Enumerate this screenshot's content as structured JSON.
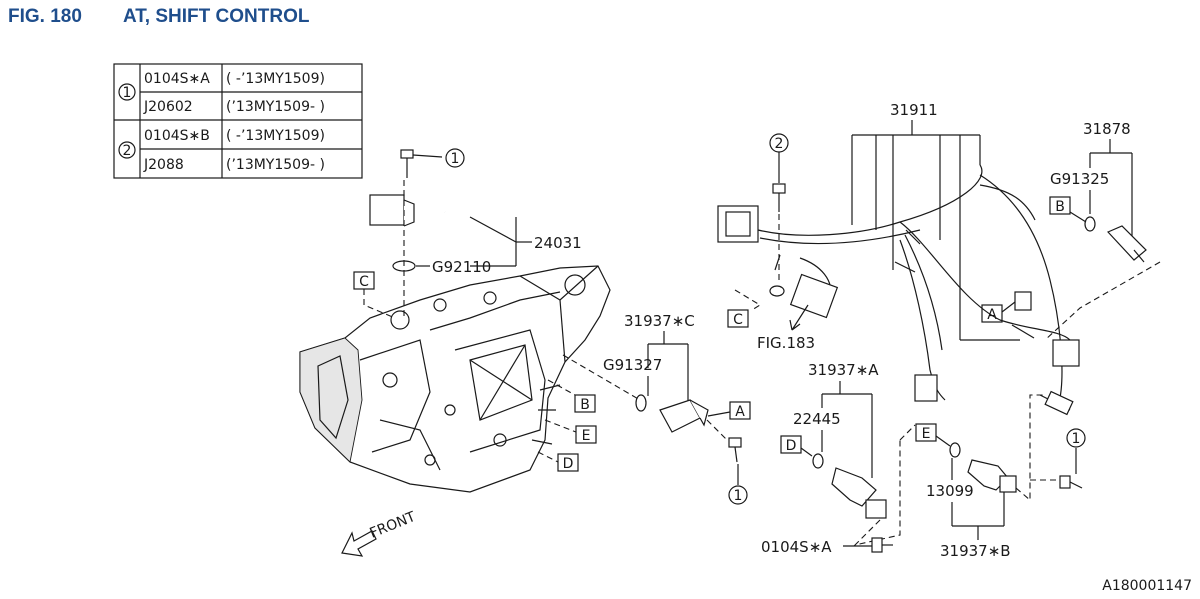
{
  "header": {
    "fig_number": "FIG. 180",
    "title": "AT, SHIFT CONTROL"
  },
  "legend_table": {
    "rows": [
      {
        "marker": "1",
        "part": "0104S∗A",
        "range": "( -’13MY1509)"
      },
      {
        "marker": "",
        "part": "J20602",
        "range": "(’13MY1509- )"
      },
      {
        "marker": "2",
        "part": "0104S∗B",
        "range": "( -’13MY1509)"
      },
      {
        "marker": "",
        "part": "J2088",
        "range": "(’13MY1509- )"
      }
    ]
  },
  "callouts": {
    "p24031": "24031",
    "pG92110": "G92110",
    "p31937C": "31937∗C",
    "pG91327": "G91327",
    "p31911": "31911",
    "p31878": "31878",
    "pG91325": "G91325",
    "fig183": "FIG.183",
    "p31937A": "31937∗A",
    "p22445": "22445",
    "p13099": "13099",
    "p31937B": "31937∗B",
    "p0104SA": "0104S∗A",
    "front": "FRONT",
    "circle1": "1",
    "circle2": "2"
  },
  "box_labels": {
    "A": "A",
    "B": "B",
    "C": "C",
    "D": "D",
    "E": "E"
  },
  "footer": {
    "code": "A180001147"
  }
}
